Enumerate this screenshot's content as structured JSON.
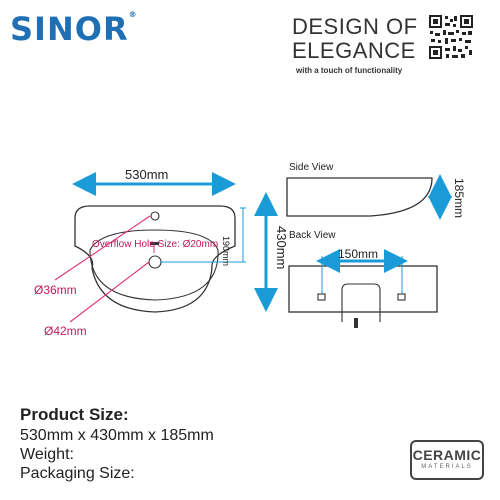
{
  "brand": {
    "logo_text": "SINOR",
    "registered_mark": "®",
    "accent_color": "#1f6fb5"
  },
  "tagline": {
    "line1": "DESIGN OF",
    "line2": "ELEGANCE",
    "subline": "with a touch of functionality"
  },
  "qr": {
    "icon": "qr-code-icon"
  },
  "drawing": {
    "width_label": "530mm",
    "depth_label": "430mm",
    "inner_label": "190mm",
    "overflow_label": "Overflow Hole Size: Ø20mm",
    "tap_hole_label": "Ø36mm",
    "drain_label": "Ø42mm",
    "side_view_title": "Side View",
    "height_label": "185mm",
    "back_view_title": "Back View",
    "mount_label": "150mm",
    "dimension_color": "#1a9bd7",
    "callout_color": "#e0307a"
  },
  "specs": {
    "title": "Product Size:",
    "size_value": "530mm x 430mm x 185mm",
    "weight_label": "Weight:",
    "packaging_label": "Packaging Size:"
  },
  "badge": {
    "main": "CERAMIC",
    "sub": "MATERIALS",
    "icon": "ceramic-materials-badge"
  }
}
